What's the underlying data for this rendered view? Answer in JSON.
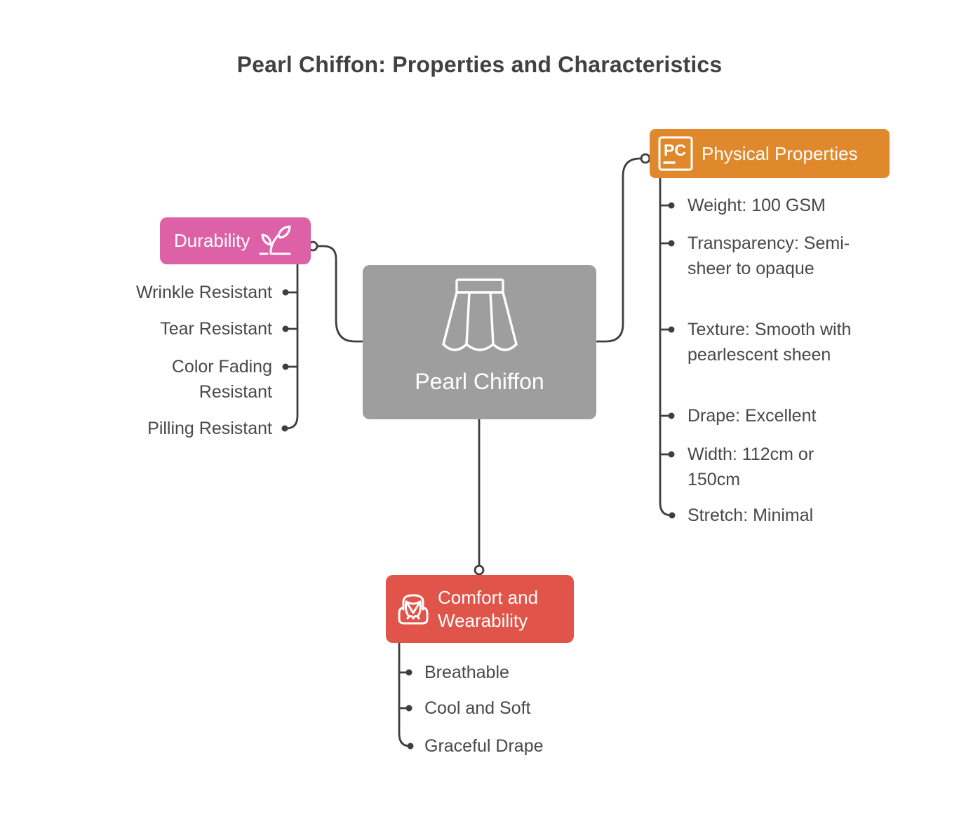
{
  "title": "Pearl Chiffon: Properties and Characteristics",
  "colors": {
    "durability": "#dd61a6",
    "physical": "#e0892c",
    "comfort": "#e1544a",
    "center": "#9e9e9e",
    "line": "#3e3e3e",
    "text": "#484848"
  },
  "center": {
    "label": "Pearl Chiffon",
    "icon": "skirt-icon"
  },
  "branches": {
    "durability": {
      "label": "Durability",
      "icon": "seedling-icon",
      "items": [
        "Wrinkle Resistant",
        "Tear Resistant",
        "Color Fading Resistant",
        "Pilling Resistant"
      ]
    },
    "physical": {
      "label": "Physical Properties",
      "icon": "pc-badge-icon",
      "items": [
        "Weight: 100 GSM",
        "Transparency: Semi-sheer to opaque",
        "Texture: Smooth with pearlescent sheen",
        "Drape: Excellent",
        "Width: 112cm or 150cm",
        "Stretch: Minimal"
      ]
    },
    "comfort": {
      "label": "Comfort and Wearability",
      "icon": "armchair-icon",
      "items": [
        "Breathable",
        "Cool and Soft",
        "Graceful Drape"
      ]
    }
  }
}
